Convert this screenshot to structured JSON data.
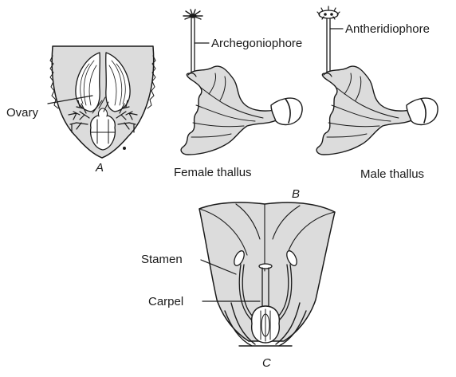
{
  "figure": {
    "panel_a": {
      "letter": "A",
      "label_ovary": "Ovary"
    },
    "panel_b": {
      "letter": "B",
      "label_archegoniophore": "Archegoniophore",
      "label_antheridiophore": "Antheridiophore",
      "caption_female": "Female thallus",
      "caption_male": "Male thallus"
    },
    "panel_c": {
      "letter": "C",
      "label_stamen": "Stamen",
      "label_carpel": "Carpel"
    }
  },
  "colors": {
    "fill": "#dcdcdc",
    "ink": "#1a1a1a",
    "background": "#ffffff"
  }
}
